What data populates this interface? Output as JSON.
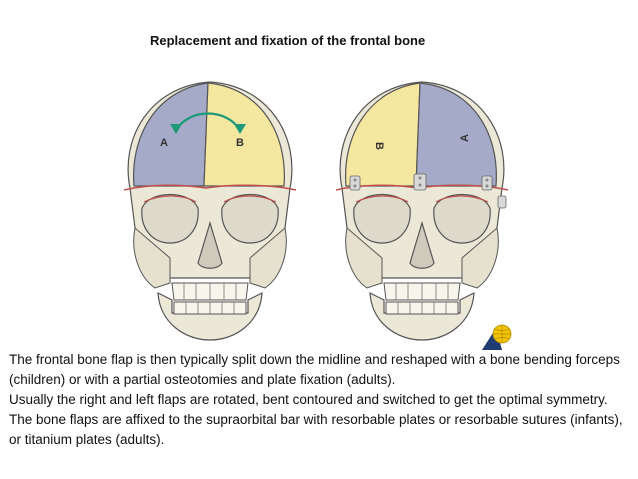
{
  "title": "Replacement and fixation of the frontal bone",
  "figure_left": {
    "label_a": "A",
    "label_b": "B"
  },
  "figure_right": {
    "label_b": "B",
    "label_a": "A"
  },
  "colors": {
    "flap_a": "#a4aac8",
    "flap_b": "#f5e6a0",
    "bone": "#ece8d7",
    "outline": "#555555",
    "arrow": "#1e9a7a",
    "cut_line": "#c0504d"
  },
  "caption": {
    "line1": "The frontal bone flap is then typically split down the midline and reshaped with a bone bending forceps (children) or with a partial osteotomies and plate fixation (adults).",
    "line2": "Usually the right and left flaps are rotated, bent contoured and switched to get the optimal symmetry.",
    "line3": "The bone flaps are affixed to the supraorbital bar with resorbable plates or resorbable sutures (infants), or titanium plates (adults)."
  }
}
